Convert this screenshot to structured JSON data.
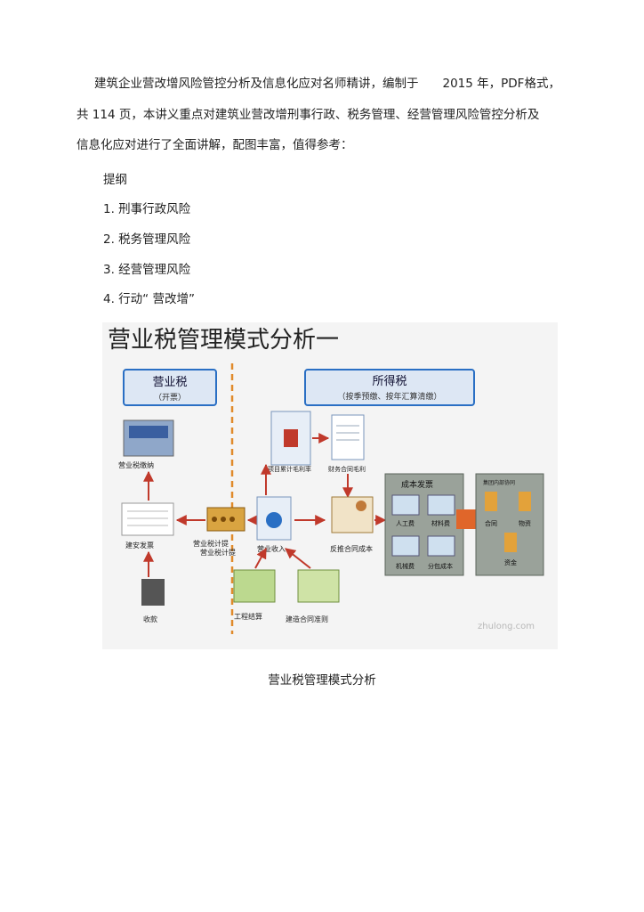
{
  "intro": {
    "line1": "建筑企业营改增风险管控分析及信息化应对名师精讲，编制于　　2015 年，PDF格式，",
    "line2": "共 114 页，本讲义重点对建筑业营改增刑事行政、税务管理、经营管理风险管控分析及",
    "line3": "信息化应对进行了全面讲解，配图丰富，值得参考："
  },
  "outline": {
    "heading": "提纲",
    "items": [
      "1. 刑事行政风险",
      "2. 税务管理风险",
      "3. 经营管理风险",
      "4. 行动“ 营改增”"
    ]
  },
  "figure": {
    "title": "营业税管理模式分析一",
    "left_box_title": "营业税",
    "left_box_sub": "（开票）",
    "right_box_title": "所得税",
    "right_box_sub": "（按季预缴、按年汇算清缴）",
    "labels": {
      "tax_payment": "营业税缴纳",
      "invoice": "建安发票",
      "tax_accrual_1": "营业税计提",
      "tax_accrual_2": "营业税计提",
      "receipt": "收款",
      "profit_rate": "项目累计毛利率",
      "contract_margin": "财务合同毛利",
      "revenue": "营业收入",
      "cost": "反推合同成本",
      "cost_invoice": "成本发票",
      "labor": "人工费",
      "material": "材料费",
      "machine": "机械费",
      "subcontract": "分包成本",
      "contract": "合同",
      "goods": "物资",
      "funds": "资金",
      "settlement": "工程结算",
      "construction_rules": "建造合同准则",
      "group": "集团内部协同",
      "watermark": "zhulong.com"
    }
  },
  "caption": "营业税管理模式分析"
}
